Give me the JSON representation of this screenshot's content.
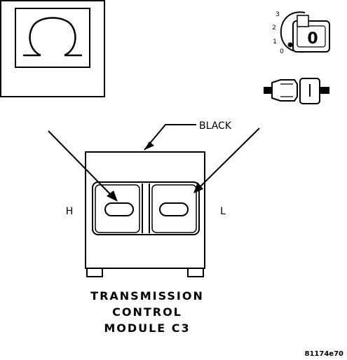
{
  "wire_color_label": "BLACK",
  "pin_labels": {
    "left": "H",
    "right": "L"
  },
  "connector_title": [
    "TRANSMISSION",
    "CONTROL",
    "MODULE C3"
  ],
  "figure_id": "81174e70",
  "ignition_positions": [
    "3",
    "2",
    "1",
    "0"
  ],
  "key_glyph": "0",
  "symbol": "ohmmeter-icon"
}
